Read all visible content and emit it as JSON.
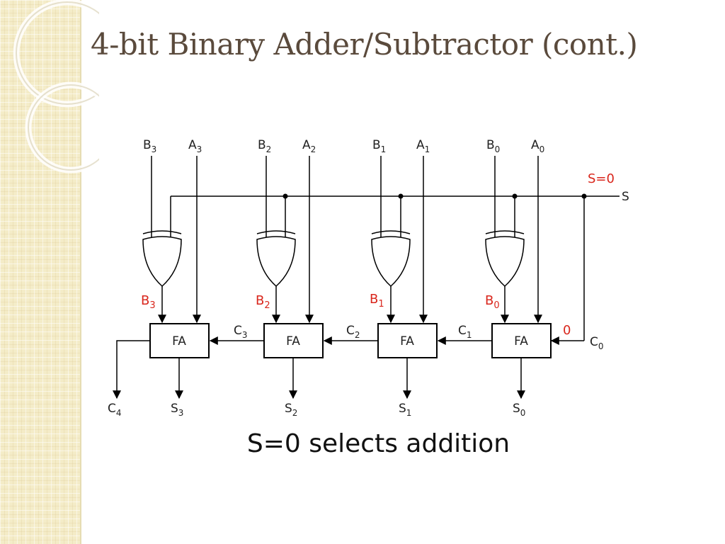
{
  "title": "4-bit Binary Adder/Subtractor (cont.)",
  "caption": "S=0 selects addition",
  "colors": {
    "title": "#5a4a3c",
    "annotation": "#d9261c",
    "wire": "#000000"
  },
  "inputs": [
    {
      "b": "B",
      "b_sub": "3",
      "a": "A",
      "a_sub": "3"
    },
    {
      "b": "B",
      "b_sub": "2",
      "a": "A",
      "a_sub": "2"
    },
    {
      "b": "B",
      "b_sub": "1",
      "a": "A",
      "a_sub": "1"
    },
    {
      "b": "B",
      "b_sub": "0",
      "a": "A",
      "a_sub": "0"
    }
  ],
  "xor_outputs": [
    {
      "name": "B",
      "sub": "3"
    },
    {
      "name": "B",
      "sub": "2"
    },
    {
      "name": "B",
      "sub": "1"
    },
    {
      "name": "B",
      "sub": "0"
    }
  ],
  "full_adder_label": "FA",
  "carries": [
    {
      "name": "C",
      "sub": "3"
    },
    {
      "name": "C",
      "sub": "2"
    },
    {
      "name": "C",
      "sub": "1"
    }
  ],
  "carry_in": {
    "name": "C",
    "sub": "0",
    "value": "0"
  },
  "carry_out": {
    "name": "C",
    "sub": "4"
  },
  "sums": [
    {
      "name": "S",
      "sub": "3"
    },
    {
      "name": "S",
      "sub": "2"
    },
    {
      "name": "S",
      "sub": "1"
    },
    {
      "name": "S",
      "sub": "0"
    }
  ],
  "select": {
    "name": "S",
    "value_label": "S=0"
  }
}
